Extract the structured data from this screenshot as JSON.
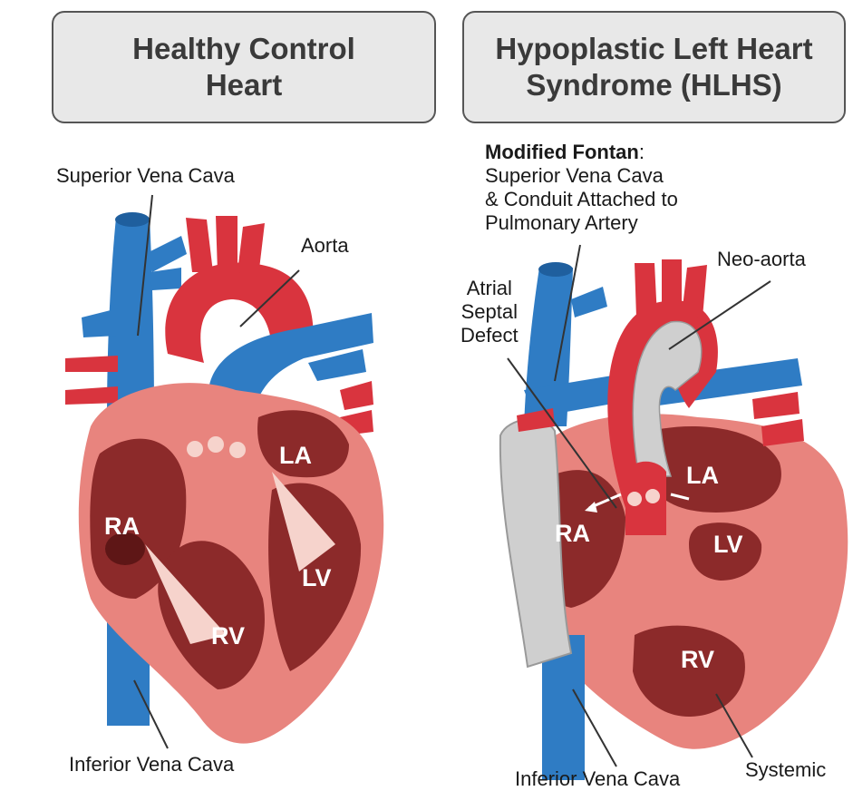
{
  "titles": {
    "left": "Healthy Control\nHeart",
    "right": "Hypoplastic Left Heart\nSyndrome (HLHS)"
  },
  "left_labels": {
    "svc": "Superior Vena Cava",
    "aorta": "Aorta",
    "ivc": "Inferior Vena Cava",
    "ra": "RA",
    "la": "LA",
    "lv": "LV",
    "rv": "RV"
  },
  "right_labels": {
    "fontan_bold": "Modified Fontan",
    "fontan_colon": ":",
    "fontan_rest": "Superior Vena Cava\n& Conduit Attached to\nPulmonary Artery",
    "asd": "Atrial\nSeptal\nDefect",
    "neo_aorta": "Neo-aorta",
    "ivc": "Inferior Vena Cava",
    "systemic": "Systemic",
    "ra": "RA",
    "la": "LA",
    "lv": "LV",
    "rv": "RV"
  },
  "colors": {
    "vein_blue": "#2f7cc4",
    "artery_red": "#d9343e",
    "muscle": "#e8847e",
    "chamber_dark": "#8c2a2a",
    "conduit": "#cfcfcf"
  }
}
